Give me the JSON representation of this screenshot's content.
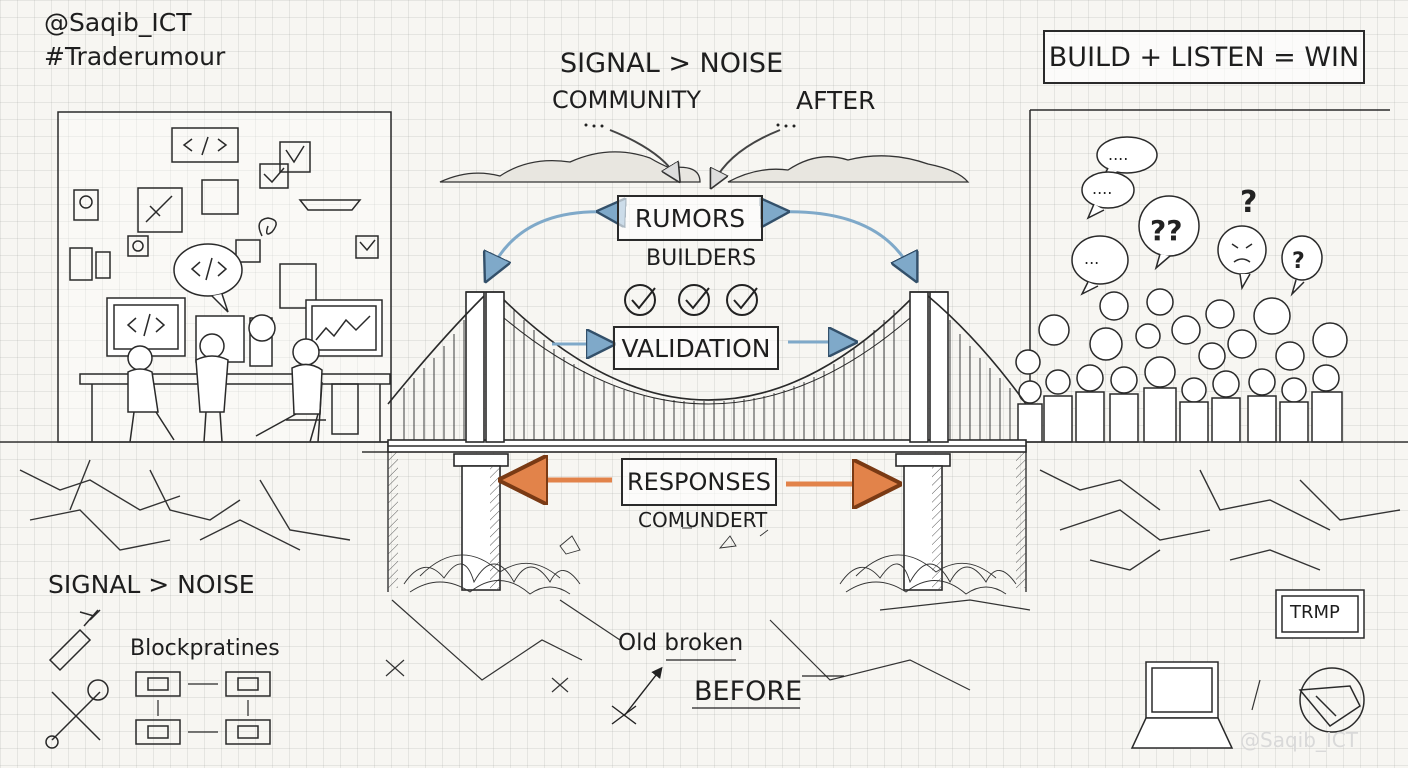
{
  "header": {
    "handle": "@Saqib_ICT",
    "hashtag": "#Traderumour"
  },
  "equation": "BUILD + LISTEN = WIN",
  "top": {
    "signal_noise": "SIGNAL > NOISE",
    "community": "COMMUNITY",
    "after": "AFTER"
  },
  "center": {
    "rumors": "RUMORS",
    "builders": "BUILDERS",
    "validation": "VALIDATION",
    "responses": "RESPONSES",
    "commundert": "COMUNDERT"
  },
  "bottom_left": {
    "signal_noise": "SIGNAL > NOISE",
    "blockpratines": "Blockpratines"
  },
  "bottom_center": {
    "old_broken": "Old broken",
    "before": "BEFORE"
  },
  "bottom_right": {
    "badge": "TRMP"
  },
  "watermark": "@Saqib_ICT",
  "colors": {
    "blue_arrow": "#7fa9c9",
    "orange_arrow": "#e2834a",
    "ink": "#2a2a2a"
  }
}
